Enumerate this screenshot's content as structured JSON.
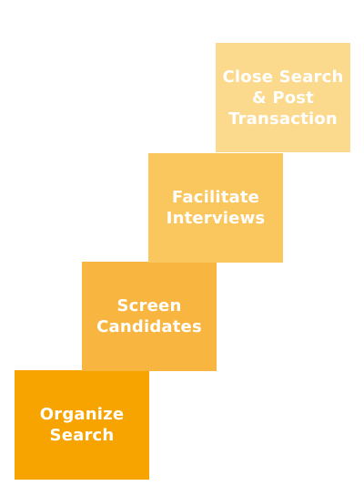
{
  "steps": [
    {
      "label_line1": "Organize",
      "label_line2": "Search",
      "label_line3": "",
      "color": "#F7A400"
    },
    {
      "label_line1": "Screen",
      "label_line2": "Candidates",
      "label_line3": "",
      "color": "#F8B641"
    },
    {
      "label_line1": "Facilitate",
      "label_line2": "Interviews",
      "label_line3": "",
      "color": "#FAC75F"
    },
    {
      "label_line1": "Close Search",
      "label_line2": "& Post",
      "label_line3": "Transaction",
      "color": "#FBD98D"
    }
  ]
}
